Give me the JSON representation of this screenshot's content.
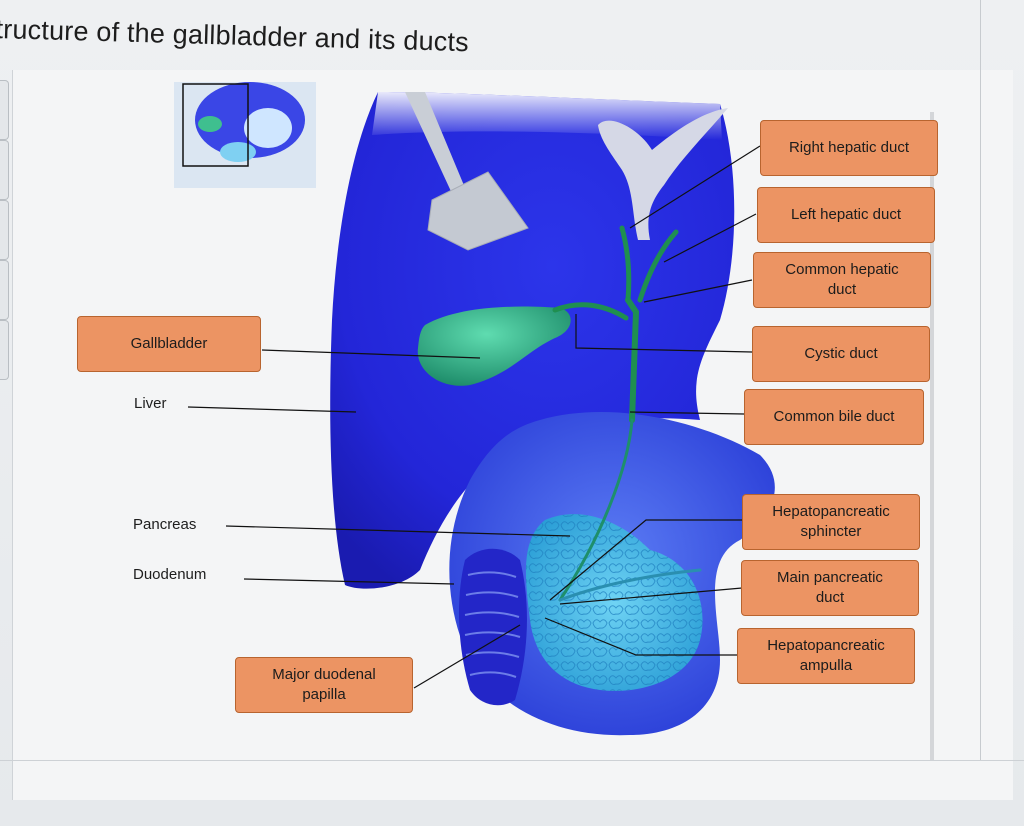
{
  "page": {
    "title": "tructure of the gallbladder and its ducts"
  },
  "labels": {
    "right_hepatic_duct": "Right hepatic duct",
    "left_hepatic_duct": "Left hepatic duct",
    "common_hepatic_duct": "Common hepatic\nduct",
    "gallbladder": "Gallbladder",
    "cystic_duct": "Cystic duct",
    "liver": "Liver",
    "common_bile_duct": "Common bile duct",
    "pancreas": "Pancreas",
    "hepatopancreatic_sphincter": "Hepatopancreatic\nsphincter",
    "duodenum": "Duodenum",
    "main_pancreatic_duct": "Main pancreatic\nduct",
    "hepatopancreatic_ampulla": "Hepatopancreatic\nampulla",
    "major_duodenal_papilla": "Major duodenal\npapilla"
  },
  "colors": {
    "label_fill": "#ec9463",
    "label_border": "#b8642f",
    "liver": "#2a2ee0",
    "gallbladder": "#2fae86",
    "pancreas": "#3fb7e6",
    "duodenum": "#3a52e8",
    "duct": "#1f8f50"
  }
}
